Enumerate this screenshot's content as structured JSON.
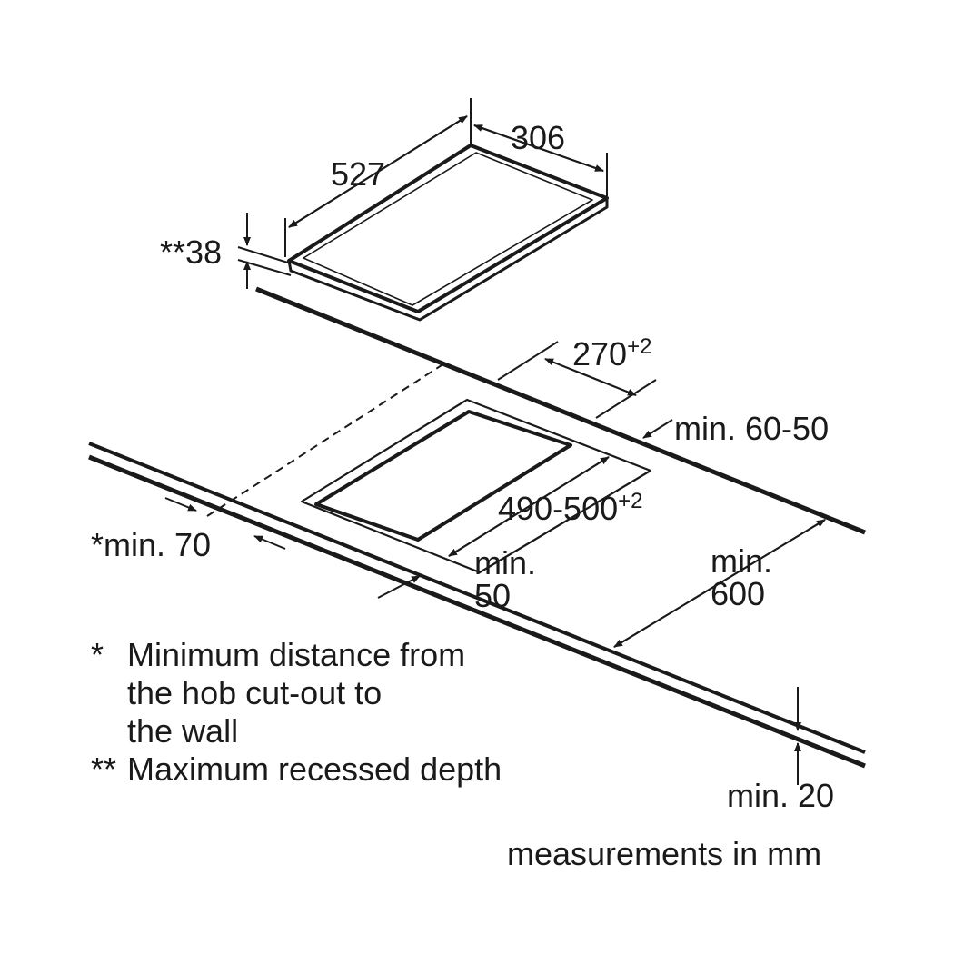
{
  "dimensions": {
    "hob_depth": "527",
    "hob_width": "306",
    "recessed_depth": "**38",
    "cutout_width": "270",
    "cutout_width_tolerance": "+2",
    "cutout_depth": "490-500",
    "cutout_depth_tolerance": "+2",
    "min_back": "min. 60-50",
    "min_wall": "*min. 70",
    "min_front_line1": "min.",
    "min_front_line2": "50",
    "min_worktop_line1": "min.",
    "min_worktop_line2": "600",
    "min_thickness": "min. 20"
  },
  "notes": [
    {
      "mark": "*",
      "lines": [
        "Minimum distance from",
        "the hob cut-out to",
        "the wall"
      ]
    },
    {
      "mark": "**",
      "lines": [
        "Maximum recessed depth"
      ]
    }
  ],
  "units_note": "measurements in mm"
}
